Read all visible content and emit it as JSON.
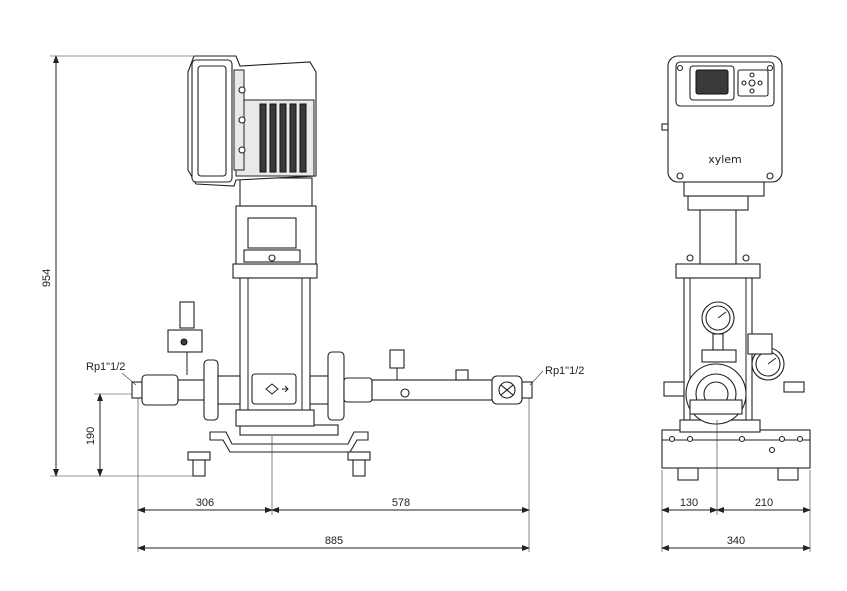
{
  "dimensions": {
    "total_height": "954",
    "inlet_height": "190",
    "left_offset": "306",
    "right_offset": "578",
    "total_length": "885",
    "side_left": "130",
    "side_right": "210",
    "side_total": "340"
  },
  "connections": {
    "inlet": "Rp1\"1/2",
    "outlet": "Rp1\"1/2"
  },
  "brand": {
    "logo": "xylem"
  }
}
